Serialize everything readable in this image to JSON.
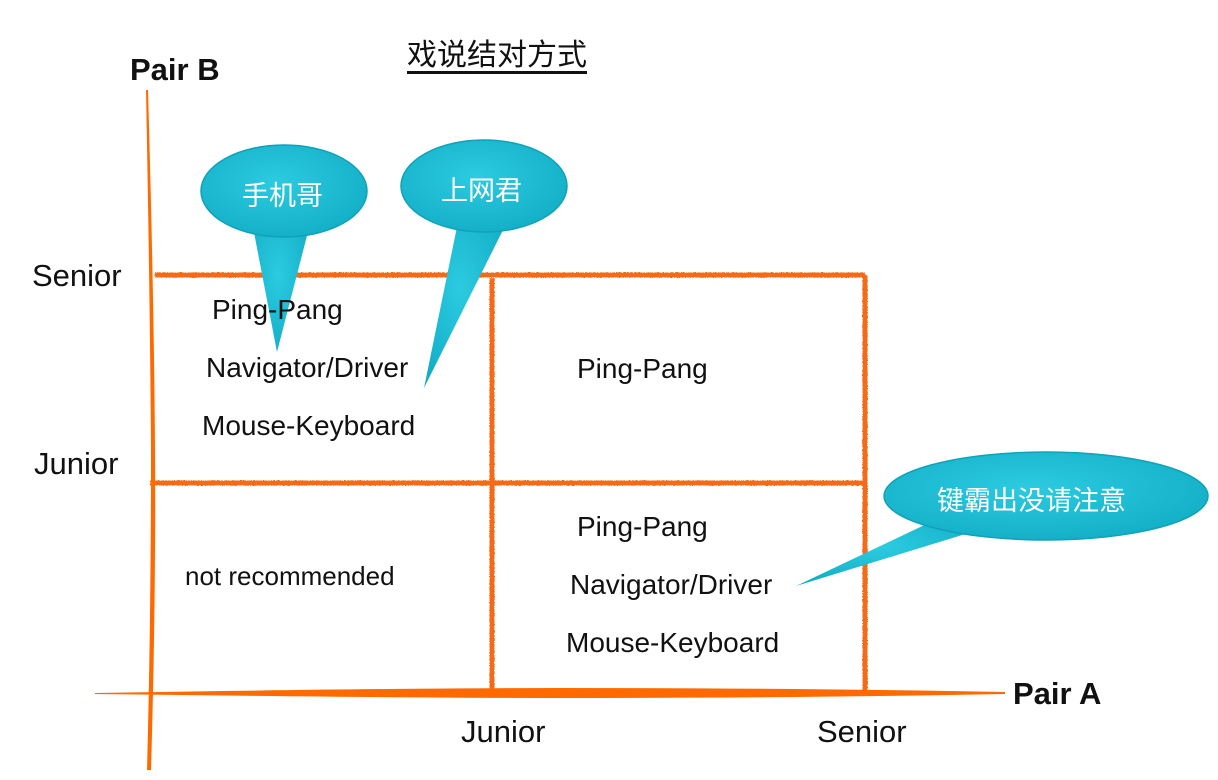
{
  "title": "戏说结对方式",
  "axes": {
    "y_title": "Pair B",
    "x_title": "Pair A",
    "y_ticks": [
      "Senior",
      "Junior"
    ],
    "x_ticks": [
      "Junior",
      "Senior"
    ]
  },
  "cells": {
    "junior_a_senior_b": [
      "Ping-Pang",
      "Navigator/Driver",
      "Mouse-Keyboard"
    ],
    "senior_a_senior_b": [
      "Ping-Pang"
    ],
    "junior_a_junior_b": [
      "not recommended"
    ],
    "senior_a_junior_b": [
      "Ping-Pang",
      "Navigator/Driver",
      "Mouse-Keyboard"
    ]
  },
  "callouts": [
    "手机哥",
    "上网君",
    "键霸出没请注意"
  ],
  "colors": {
    "axis": "#ff6a00",
    "grid": "#f56a16",
    "bubble": "#19bcd3",
    "bubble_shadow": "#0a7f93"
  }
}
